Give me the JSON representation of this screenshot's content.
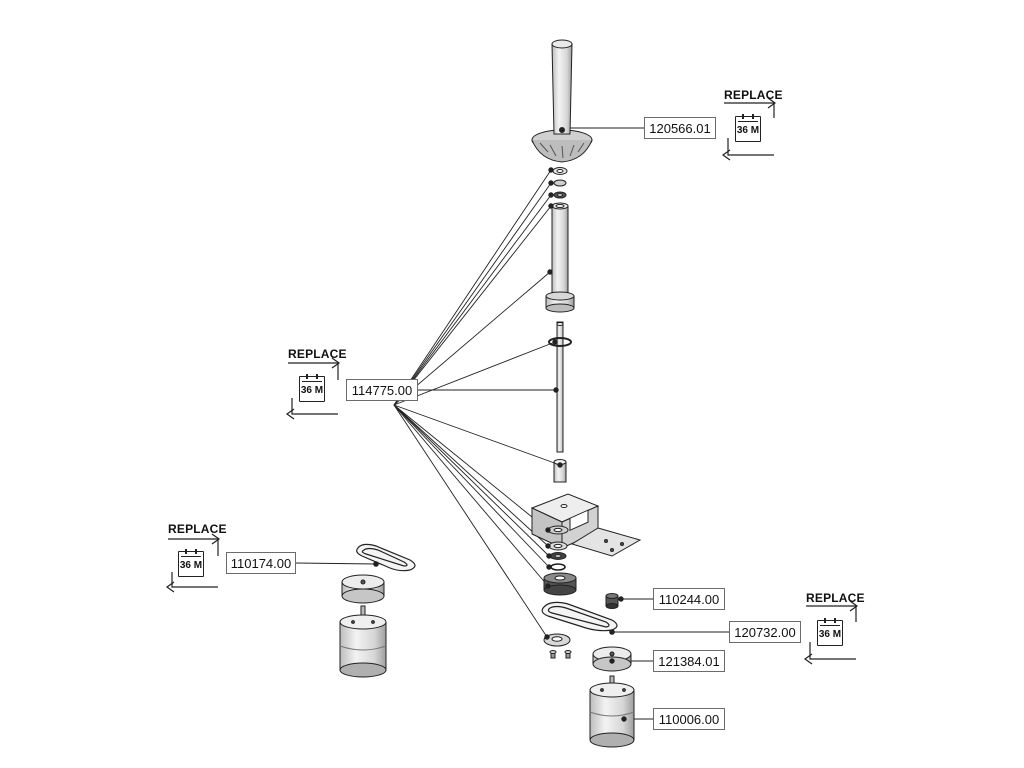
{
  "parts": {
    "top_spinner": "120566.01",
    "kit": "114775.00",
    "belt_left": "110174.00",
    "motor_pulley_small": "110244.00",
    "belt_right": "120732.00",
    "pulley_right": "121384.01",
    "motor_right": "110006.00"
  },
  "replace": {
    "label": "REPLACE",
    "interval": "36 M"
  },
  "colors": {
    "line": "#222222",
    "part_fill": "#e8e8e8",
    "part_shade": "#c9c9c9",
    "label_border": "#6b6b6b"
  }
}
